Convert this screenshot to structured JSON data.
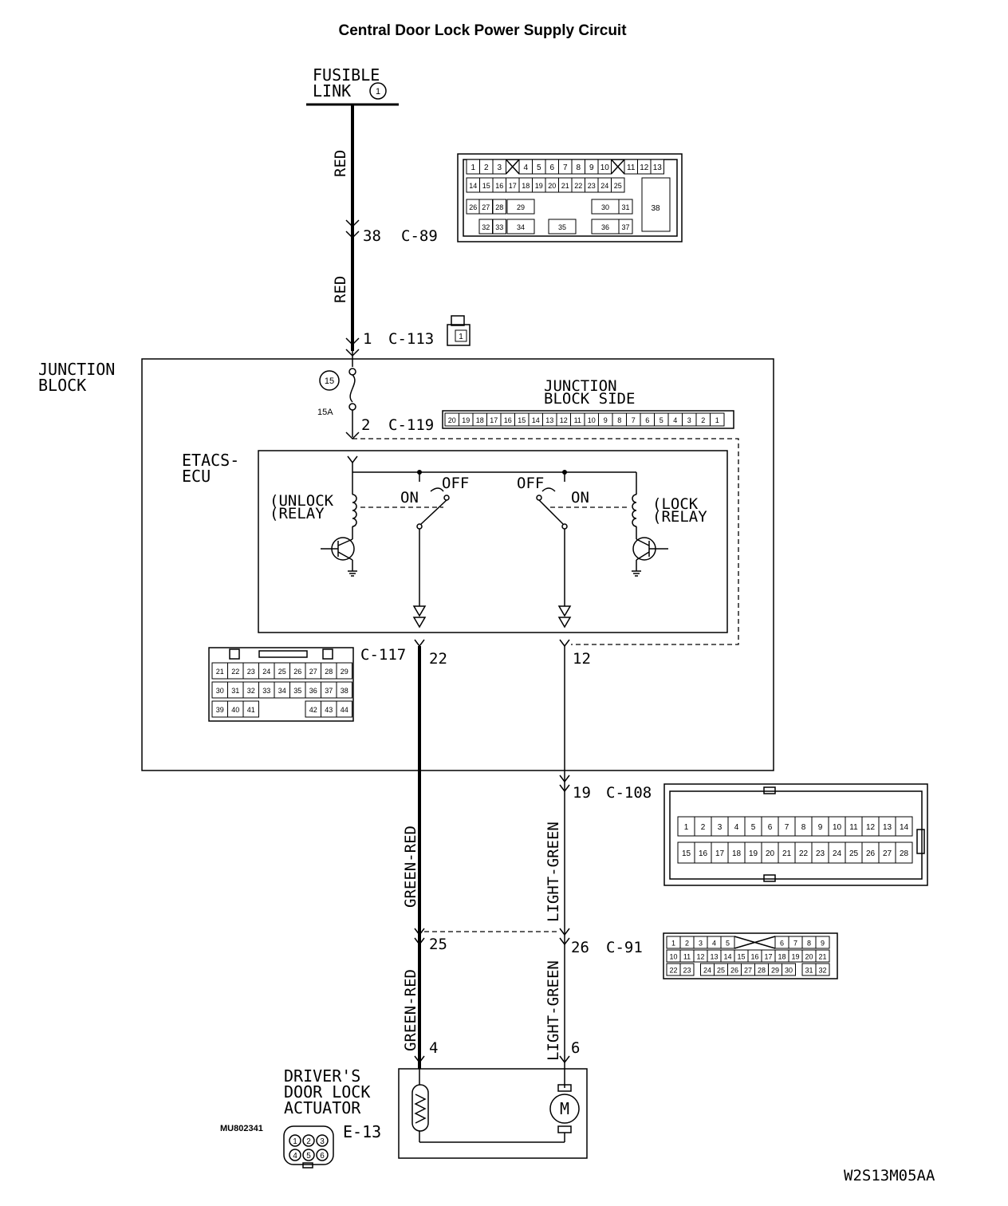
{
  "title": "Central Door Lock Power Supply Circuit",
  "fusible_link": {
    "label_line1": "FUSIBLE",
    "label_line2": "LINK",
    "number": "1"
  },
  "wires": {
    "red_upper": "RED",
    "red_lower": "RED",
    "green_red_upper": "GREEN-RED",
    "green_red_lower": "GREEN-RED",
    "light_green_upper": "LIGHT-GREEN",
    "light_green_lower": "LIGHT-GREEN"
  },
  "connectors": {
    "c89": {
      "pin": "38",
      "name": "C-89"
    },
    "c113": {
      "pin": "1",
      "name": "C-113",
      "face_pin": "1"
    },
    "c119": {
      "pin": "2",
      "name": "C-119"
    },
    "c117": {
      "name": "C-117",
      "pin_left": "22",
      "pin_right": "12"
    },
    "c108": {
      "pin": "19",
      "name": "C-108"
    },
    "c91": {
      "pin_left": "25",
      "pin_right": "26",
      "name": "C-91"
    },
    "e13": {
      "pin_left": "4",
      "pin_right": "6",
      "name": "E-13"
    }
  },
  "junction_block": {
    "label_line1": "JUNCTION",
    "label_line2": "BLOCK",
    "fuse_number": "15",
    "fuse_rating": "15A",
    "side_label_line1": "JUNCTION",
    "side_label_line2": "BLOCK SIDE"
  },
  "etacs": {
    "label_line1": "ETACS-",
    "label_line2": "ECU",
    "unlock_line1": "(UNLOCK",
    "unlock_line2": "(RELAY",
    "lock_line1": "(LOCK",
    "lock_line2": "(RELAY",
    "on_left": "ON",
    "off_left": "OFF",
    "off_right": "OFF",
    "on_right": "ON"
  },
  "actuator": {
    "label_line1": "DRIVER'S",
    "label_line2": "DOOR LOCK",
    "label_line3": "ACTUATOR",
    "part_number": "MU802341",
    "motor": "M"
  },
  "pin_grids": {
    "c89_row1": [
      "1",
      "2",
      "3",
      "",
      "4",
      "5",
      "6",
      "7",
      "8",
      "9",
      "10",
      "",
      "11",
      "12",
      "13"
    ],
    "c89_row2": [
      "14",
      "15",
      "16",
      "17",
      "18",
      "19",
      "20",
      "21",
      "22",
      "23",
      "24",
      "25"
    ],
    "c89_row3": [
      "26",
      "27",
      "28",
      "29",
      "30",
      "31"
    ],
    "c89_row4": [
      "32",
      "33",
      "34",
      "35",
      "36",
      "37"
    ],
    "c89_big": "38",
    "c119_row": [
      "20",
      "19",
      "18",
      "17",
      "16",
      "15",
      "14",
      "13",
      "12",
      "11",
      "10",
      "9",
      "8",
      "7",
      "6",
      "5",
      "4",
      "3",
      "2",
      "1"
    ],
    "c117_row1": [
      "21",
      "22",
      "23",
      "24",
      "25",
      "26",
      "27",
      "28",
      "29"
    ],
    "c117_row2": [
      "30",
      "31",
      "32",
      "33",
      "34",
      "35",
      "36",
      "37",
      "38"
    ],
    "c117_row3_left": [
      "39",
      "40",
      "41"
    ],
    "c117_row3_right": [
      "42",
      "43",
      "44"
    ],
    "c108_row1": [
      "1",
      "2",
      "3",
      "4",
      "5",
      "6",
      "7",
      "8",
      "9",
      "10",
      "11",
      "12",
      "13",
      "14"
    ],
    "c108_row2": [
      "15",
      "16",
      "17",
      "18",
      "19",
      "20",
      "21",
      "22",
      "23",
      "24",
      "25",
      "26",
      "27",
      "28"
    ],
    "c91_row1_left": [
      "1",
      "2",
      "3",
      "4",
      "5"
    ],
    "c91_row1_right": [
      "6",
      "7",
      "8",
      "9"
    ],
    "c91_row2": [
      "10",
      "11",
      "12",
      "13",
      "14",
      "15",
      "16",
      "17",
      "18",
      "19",
      "20",
      "21"
    ],
    "c91_row3": [
      "22",
      "23",
      "24",
      "25",
      "26",
      "27",
      "28",
      "29",
      "30",
      "31",
      "32"
    ],
    "e13_pins": [
      "1",
      "2",
      "3",
      "4",
      "5",
      "6"
    ]
  },
  "diagram_code": "W2S13M05AA"
}
